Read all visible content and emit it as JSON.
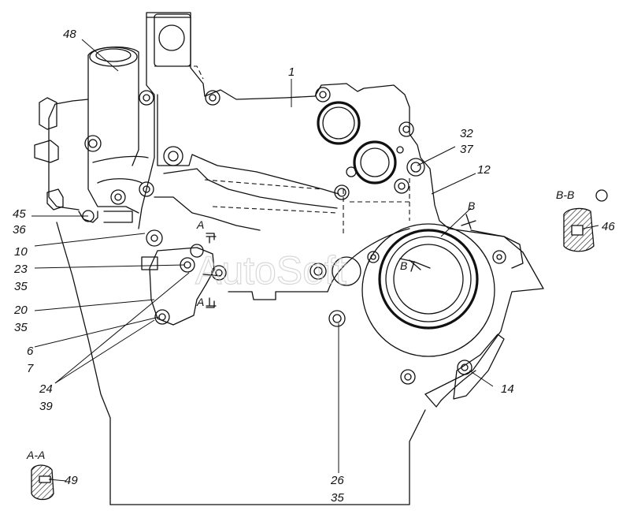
{
  "watermark": "AutoSoft",
  "labels": {
    "l48": "48",
    "l1": "1",
    "l32": "32",
    "l37": "37",
    "l12": "12",
    "l45": "45",
    "l36": "36",
    "l10": "10",
    "l23": "23",
    "l35a": "35",
    "l20": "20",
    "l35b": "35",
    "l6": "6",
    "l7": "7",
    "l24": "24",
    "l39": "39",
    "l14": "14",
    "l26": "26",
    "l35c": "35",
    "l46": "46",
    "l49": "49"
  },
  "section_marks": {
    "aa_title": "А-А",
    "bb_title": "В-В",
    "a_top": "А",
    "a_bottom": "А",
    "b_top": "В",
    "b_bottom": "В"
  }
}
